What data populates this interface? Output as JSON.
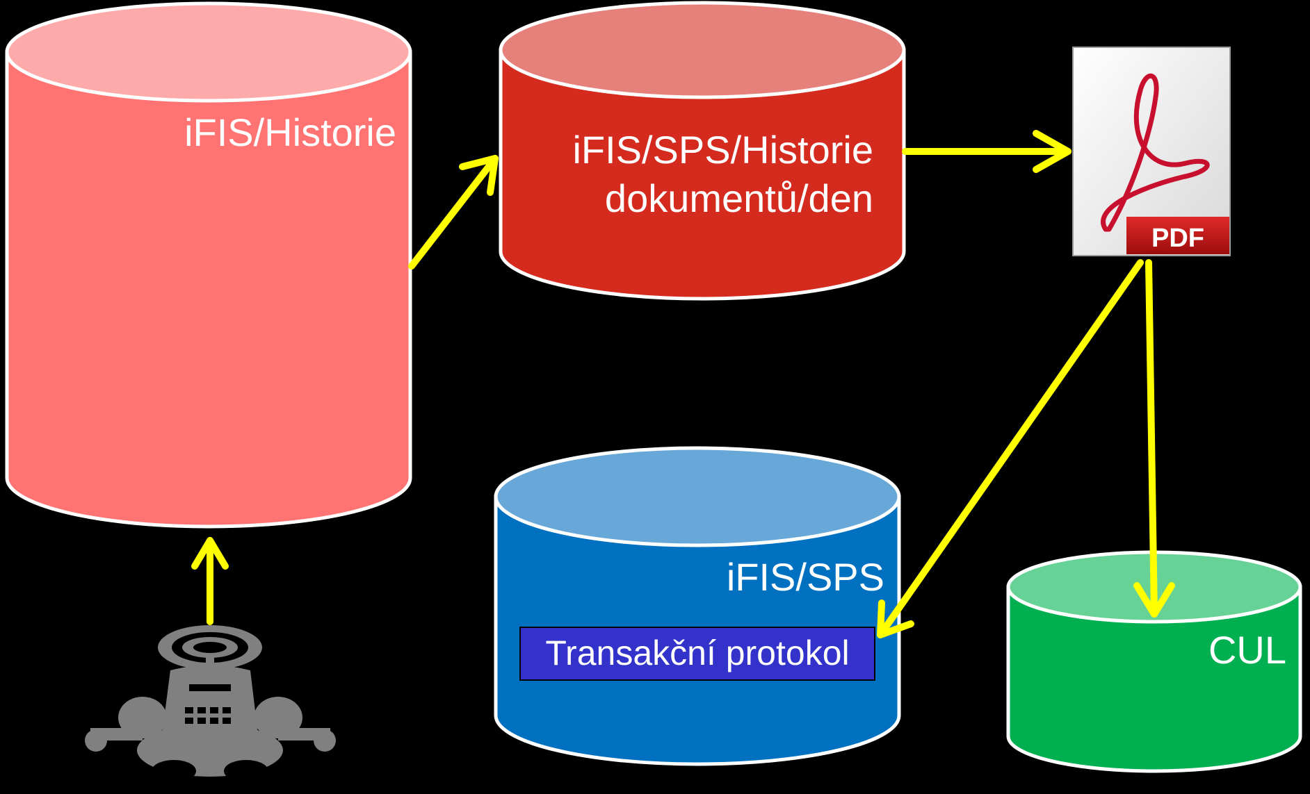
{
  "labels": {
    "historie": "iFIS/Historie",
    "sps_historie_line1": "iFIS/SPS/Historie",
    "sps_historie_line2": "dokumentů/den",
    "sps": "iFIS/SPS",
    "transakcni_protokol": "Transakční protokol",
    "cul": "CUL",
    "pdf_badge": "PDF"
  },
  "icons": {
    "pdf": "pdf-document-icon",
    "robot": "robot-icon"
  },
  "colors": {
    "background": "#000000",
    "arrow": "#ffff00",
    "cylinder_outline": "#ffffff",
    "historie_body": "#ff7373",
    "historie_top": "#ffaaaa",
    "sps_historie_body": "#d52b1e",
    "sps_historie_top": "#e6807a",
    "sps_body": "#0070c0",
    "sps_top": "#68a8d8",
    "transakcni_box": "#3333cc",
    "cul_body": "#00b050",
    "cul_top": "#66d296",
    "robot": "#808080",
    "pdf_red": "#c8102e"
  }
}
